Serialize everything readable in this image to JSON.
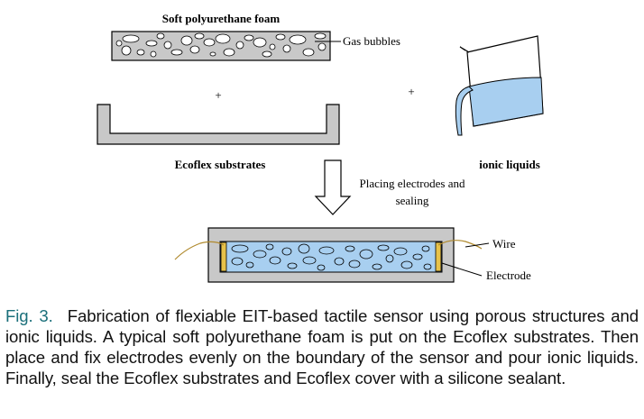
{
  "diagram": {
    "foam_label": "Soft polyurethane foam",
    "bubbles_label": "Gas bubbles",
    "plus_symbol": "+",
    "substrate_label": "Ecoflex substrates",
    "ionic_label": "ionic liquids",
    "step_label_line1": "Placing electrodes and",
    "step_label_line2": "sealing",
    "wire_label": "Wire",
    "electrode_label": "Electrode",
    "colors": {
      "foam_fill": "#c8c8c8",
      "liquid_fill": "#a8cff0",
      "electrode_fill": "#e7c24a",
      "wire": "#b08a2e",
      "outline": "#000000"
    }
  },
  "caption": {
    "label": "Fig. 3.",
    "text": "Fabrication of flexiable EIT-based tactile sensor using porous structures and ionic liquids. A typical soft polyurethane foam is put on the Ecoflex substrates. Then place and fix electrodes evenly on the boundary of the sensor and pour ionic liquids. Finally, seal the Ecoflex substrates and Ecoflex cover with a silicone sealant."
  }
}
